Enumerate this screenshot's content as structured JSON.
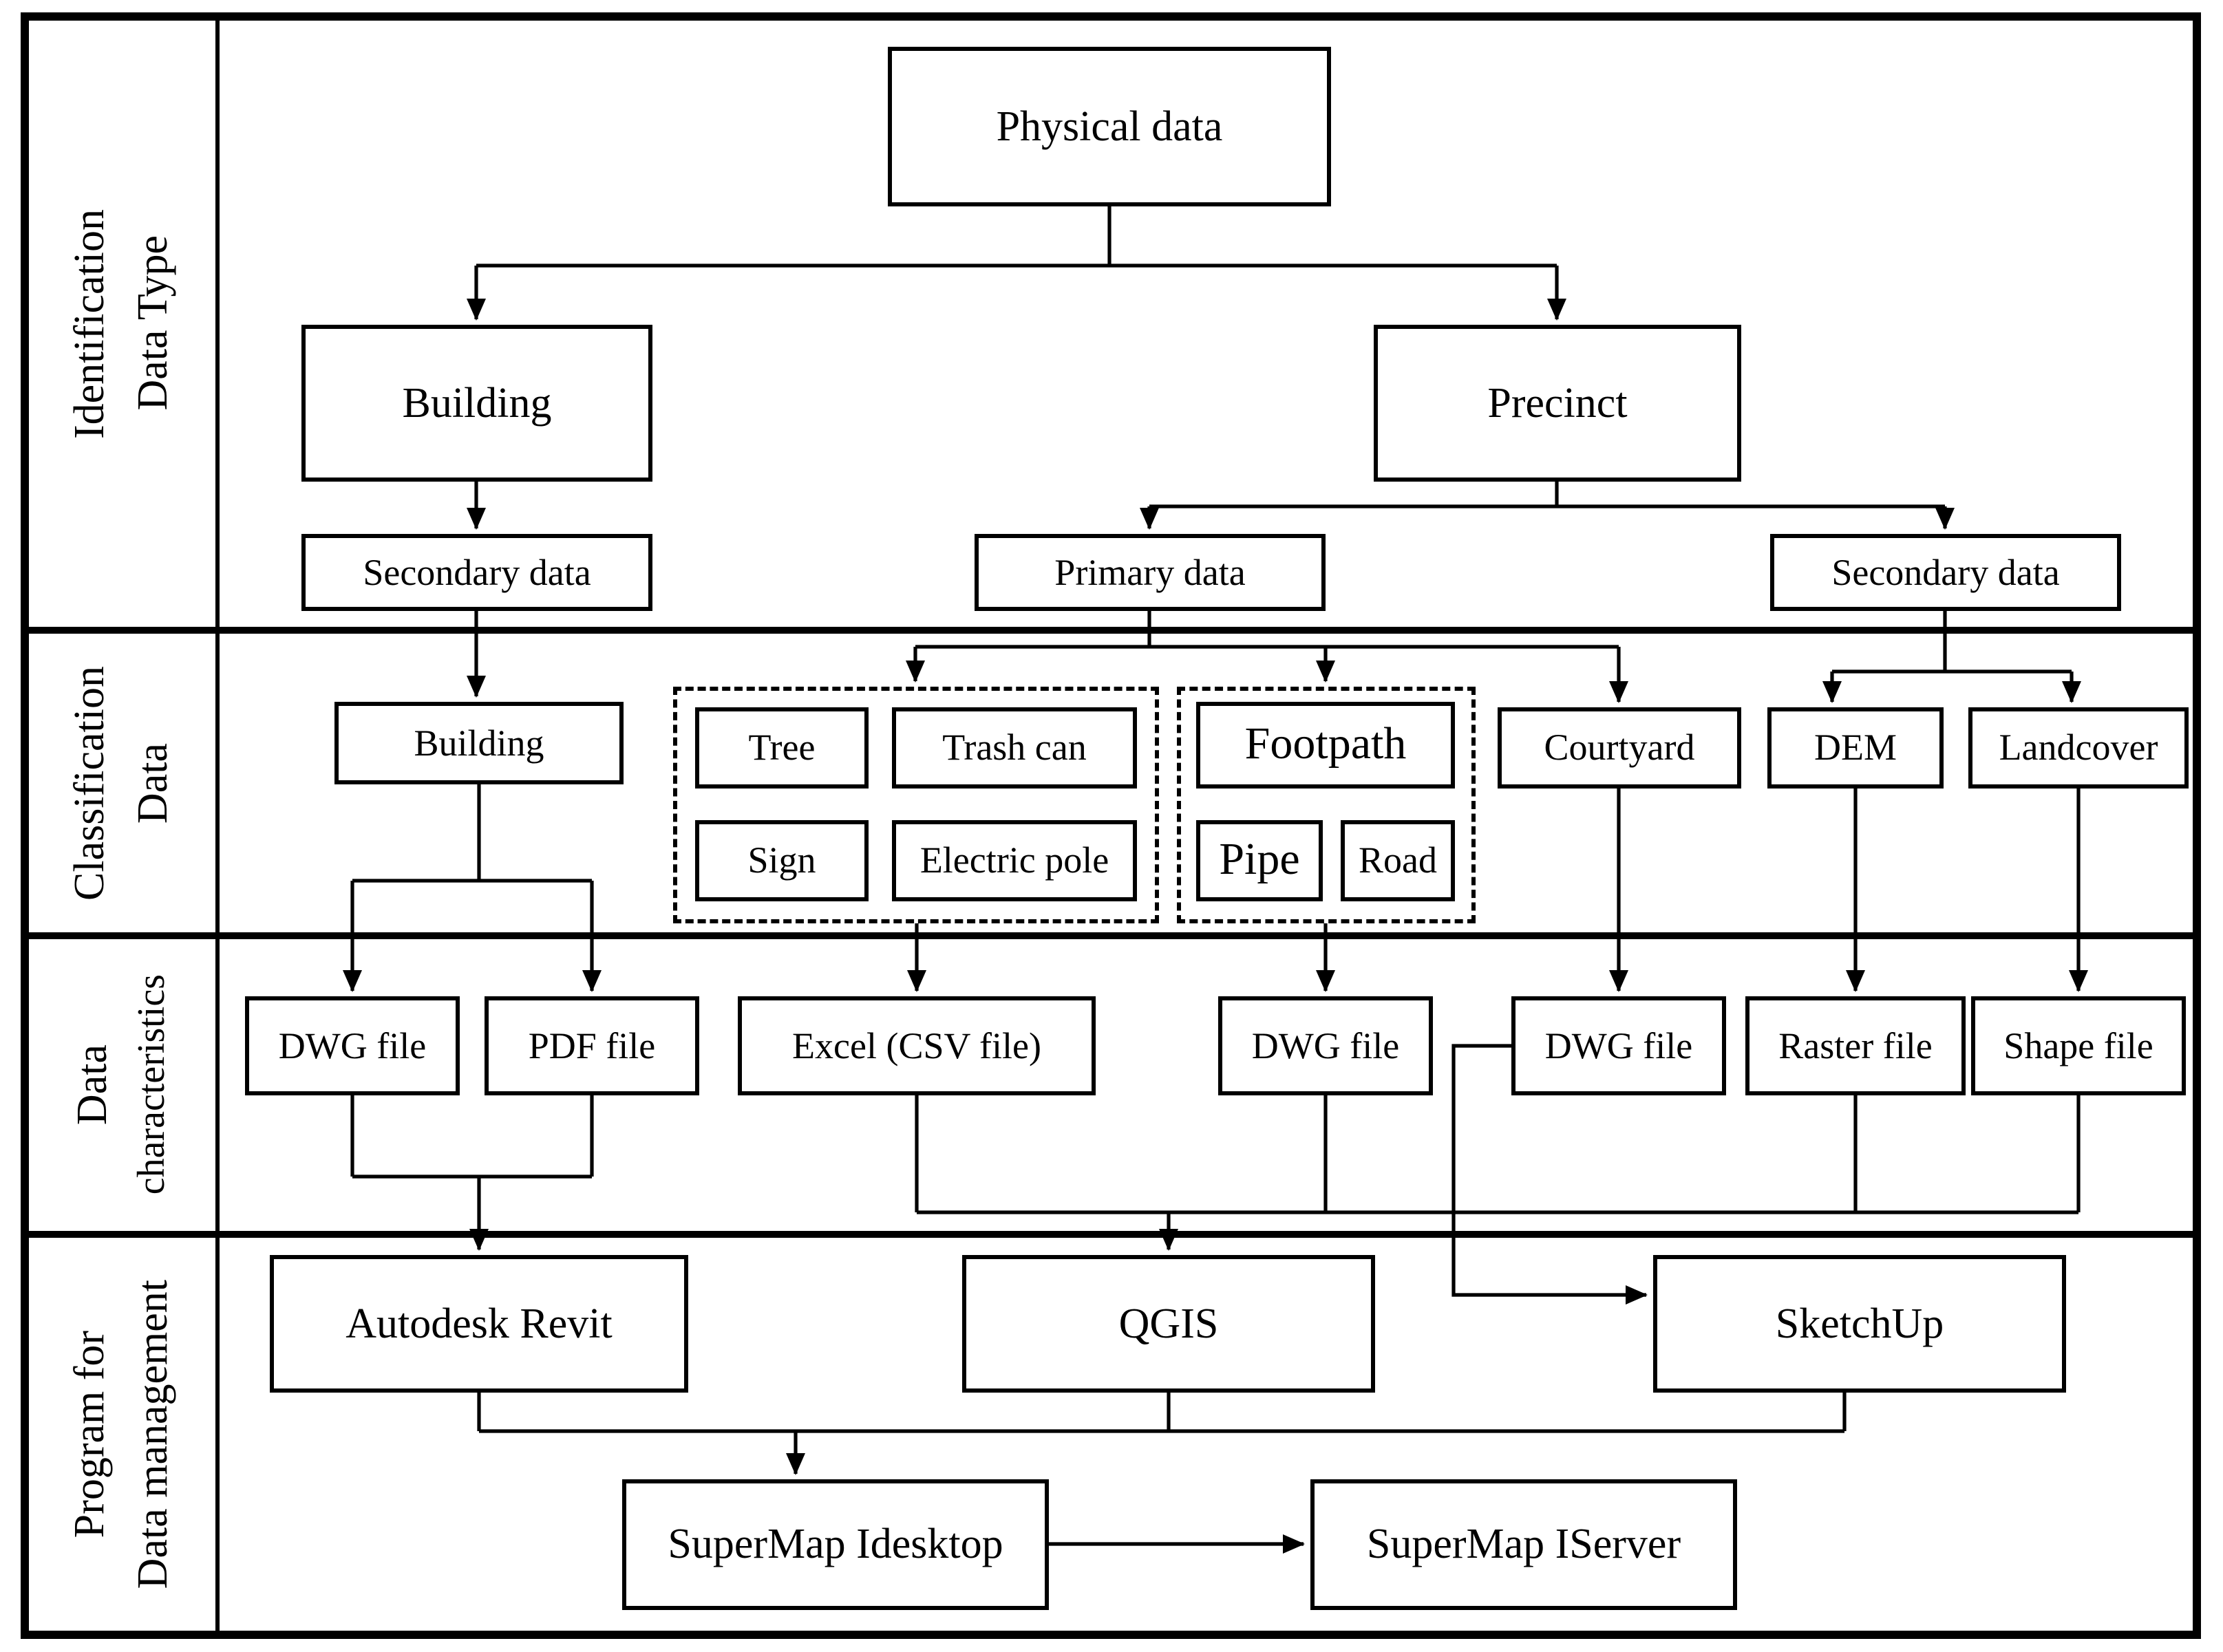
{
  "diagram": {
    "row_headers": [
      {
        "line1": "Identification",
        "line2": "Data Type"
      },
      {
        "line1": "Classification",
        "line2": "Data"
      },
      {
        "line1": "Data",
        "line2": "characteristics"
      },
      {
        "line1": "Program for",
        "line2": "Data management"
      }
    ],
    "nodes": {
      "physical_data": "Physical data",
      "building_type": "Building",
      "precinct": "Precinct",
      "building_secondary": "Secondary data",
      "precinct_primary": "Primary data",
      "precinct_secondary": "Secondary data",
      "building_class": "Building",
      "tree": "Tree",
      "trash_can": "Trash can",
      "sign": "Sign",
      "electric_pole": "Electric pole",
      "footpath": "Footpath",
      "pipe": "Pipe",
      "road": "Road",
      "courtyard": "Courtyard",
      "dem": "DEM",
      "landcover": "Landcover",
      "dwg_building": "DWG file",
      "pdf_building": "PDF file",
      "excel_csv": "Excel (CSV file)",
      "dwg_footpath": "DWG file",
      "dwg_courtyard": "DWG file",
      "raster_file": "Raster file",
      "shape_file": "Shape file",
      "autodesk_revit": "Autodesk Revit",
      "qgis": "QGIS",
      "sketchup": "SketchUp",
      "supermap_idesktop": "SuperMap Idesktop",
      "supermap_iserver": "SuperMap IServer"
    },
    "colors": {
      "line": "#000000",
      "box_background": "#ffffff",
      "text": "#000000"
    }
  }
}
